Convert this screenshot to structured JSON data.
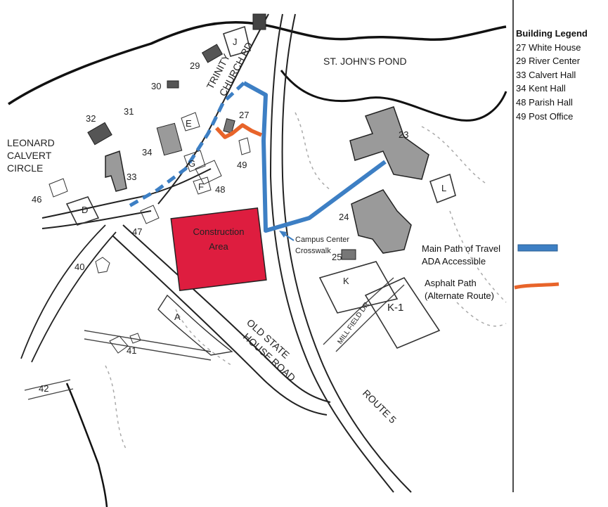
{
  "legend": {
    "title": "Building Legend",
    "items": [
      "27 White House",
      "29 River Center",
      "33 Calvert Hall",
      "34 Kent Hall",
      "48 Parish Hall",
      "49 Post Office"
    ]
  },
  "paths": {
    "main": {
      "line1": "Main Path of Travel",
      "line2": "ADA Accessible",
      "color": "#3d7fc4"
    },
    "alt": {
      "line1": "Asphalt Path",
      "line2": "(Alternate Route)",
      "color": "#e8642a"
    }
  },
  "construction": {
    "line1": "Construction",
    "line2": "Area",
    "color": "#de1d3f"
  },
  "crosswalk": {
    "line1": "Campus Center",
    "line2": "Crosswalk"
  },
  "places": {
    "pond": "ST. JOHN'S POND",
    "circle_1": "LEONARD",
    "circle_2": "CALVERT",
    "circle_3": "CIRCLE",
    "trinity_1": "TRINITY",
    "trinity_2": "CHURCH RD",
    "old_state_1": "OLD STATE",
    "old_state_2": "HOUSE ROAD",
    "route5": "ROUTE 5",
    "millfield": "MILL FIELD DR"
  },
  "buildings": {
    "b23": "23",
    "b24": "24",
    "b25": "25",
    "b27": "27",
    "b29": "29",
    "b30": "30",
    "b31": "31",
    "b32": "32",
    "b33": "33",
    "b34": "34",
    "b40": "40",
    "b41": "41",
    "b42": "42",
    "b46": "46",
    "b47": "47",
    "b48": "48",
    "b49": "49",
    "bA": "A",
    "bD": "D",
    "bE": "E",
    "bF": "F",
    "bG": "G",
    "bJ": "J",
    "bK": "K",
    "bK1": "K-1",
    "bL": "L"
  }
}
